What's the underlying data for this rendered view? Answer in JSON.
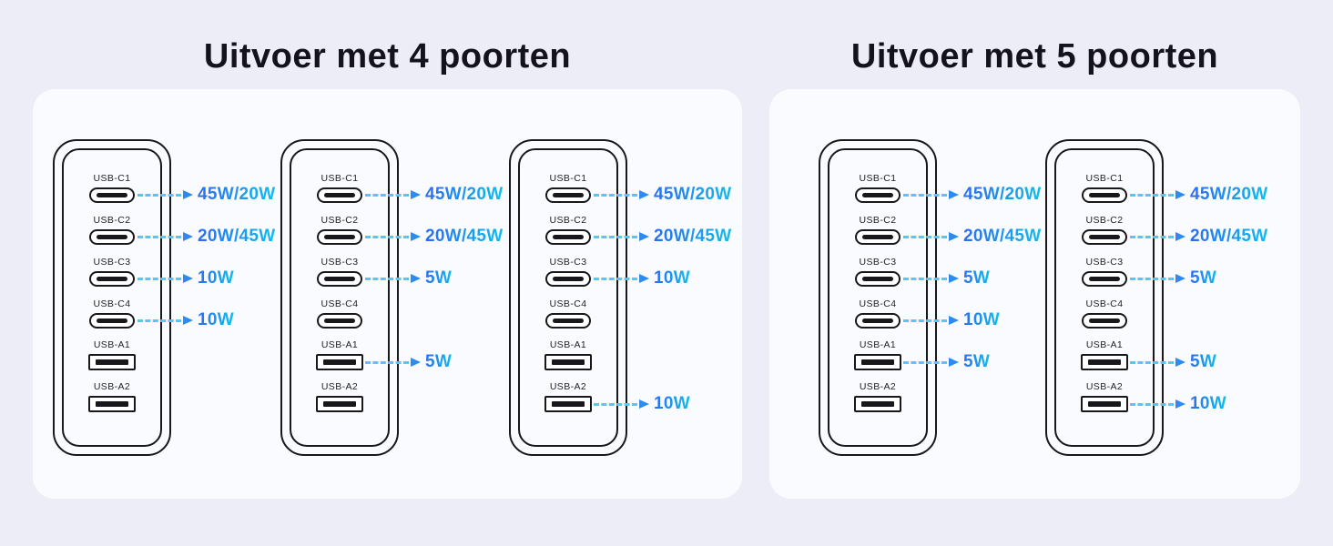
{
  "colors": {
    "page_bg": "#ecedf7",
    "panel_bg": "#fafbff",
    "device_outline": "#17171c",
    "title": "#14121c",
    "port_label": "#1d1d25",
    "dash": "#55c7f3",
    "arrow": "#2b8bf2",
    "power_gradient_start": "#2c6cf0",
    "power_gradient_end": "#10bdee"
  },
  "panels": [
    {
      "title": "Uitvoer met 4 poorten",
      "devices": [
        {
          "ports": [
            {
              "label": "USB-C1",
              "type": "usb-c",
              "power": "45W/20W"
            },
            {
              "label": "USB-C2",
              "type": "usb-c",
              "power": "20W/45W"
            },
            {
              "label": "USB-C3",
              "type": "usb-c",
              "power": "10W"
            },
            {
              "label": "USB-C4",
              "type": "usb-c",
              "power": "10W"
            },
            {
              "label": "USB-A1",
              "type": "usb-a",
              "power": null
            },
            {
              "label": "USB-A2",
              "type": "usb-a",
              "power": null
            }
          ]
        },
        {
          "ports": [
            {
              "label": "USB-C1",
              "type": "usb-c",
              "power": "45W/20W"
            },
            {
              "label": "USB-C2",
              "type": "usb-c",
              "power": "20W/45W"
            },
            {
              "label": "USB-C3",
              "type": "usb-c",
              "power": "5W"
            },
            {
              "label": "USB-C4",
              "type": "usb-c",
              "power": null
            },
            {
              "label": "USB-A1",
              "type": "usb-a",
              "power": "5W"
            },
            {
              "label": "USB-A2",
              "type": "usb-a",
              "power": null
            }
          ]
        },
        {
          "ports": [
            {
              "label": "USB-C1",
              "type": "usb-c",
              "power": "45W/20W"
            },
            {
              "label": "USB-C2",
              "type": "usb-c",
              "power": "20W/45W"
            },
            {
              "label": "USB-C3",
              "type": "usb-c",
              "power": "10W"
            },
            {
              "label": "USB-C4",
              "type": "usb-c",
              "power": null
            },
            {
              "label": "USB-A1",
              "type": "usb-a",
              "power": null
            },
            {
              "label": "USB-A2",
              "type": "usb-a",
              "power": "10W"
            }
          ]
        }
      ]
    },
    {
      "title": "Uitvoer met 5 poorten",
      "devices": [
        {
          "ports": [
            {
              "label": "USB-C1",
              "type": "usb-c",
              "power": "45W/20W"
            },
            {
              "label": "USB-C2",
              "type": "usb-c",
              "power": "20W/45W"
            },
            {
              "label": "USB-C3",
              "type": "usb-c",
              "power": "5W"
            },
            {
              "label": "USB-C4",
              "type": "usb-c",
              "power": "10W"
            },
            {
              "label": "USB-A1",
              "type": "usb-a",
              "power": "5W"
            },
            {
              "label": "USB-A2",
              "type": "usb-a",
              "power": null
            }
          ]
        },
        {
          "ports": [
            {
              "label": "USB-C1",
              "type": "usb-c",
              "power": "45W/20W"
            },
            {
              "label": "USB-C2",
              "type": "usb-c",
              "power": "20W/45W"
            },
            {
              "label": "USB-C3",
              "type": "usb-c",
              "power": "5W"
            },
            {
              "label": "USB-C4",
              "type": "usb-c",
              "power": null
            },
            {
              "label": "USB-A1",
              "type": "usb-a",
              "power": "5W"
            },
            {
              "label": "USB-A2",
              "type": "usb-a",
              "power": "10W"
            }
          ]
        }
      ]
    }
  ]
}
